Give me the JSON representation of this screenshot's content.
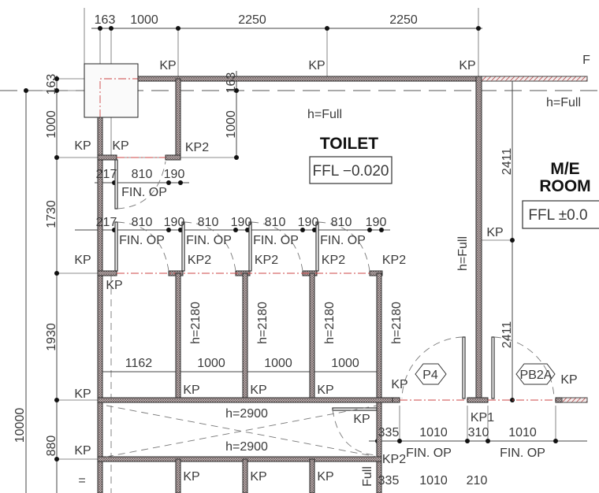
{
  "rooms": {
    "toilet": {
      "name": "TOILET",
      "height": "h=Full",
      "ffl": "FFL −0.020"
    },
    "me_room": {
      "name_line1": "M/E",
      "name_line2": "ROOM",
      "height": "h=Full",
      "ffl": "FFL ±0.0",
      "partial_label": "F"
    }
  },
  "dimensions": {
    "top": [
      "163",
      "1000",
      "2250",
      "2250"
    ],
    "left": [
      "163",
      "1000",
      "1730",
      "1930",
      "880"
    ],
    "overall": "10000",
    "inner_vertical": [
      "163",
      "1000"
    ],
    "me_vertical": [
      "2411",
      "2411"
    ],
    "row1": [
      "217",
      "810",
      "190"
    ],
    "row2": [
      "217",
      "810",
      "190",
      "810",
      "190",
      "810",
      "190",
      "810",
      "190"
    ],
    "cubicle_widths": [
      "1162",
      "1000",
      "1000",
      "1000"
    ],
    "door_row": [
      "335",
      "1010",
      "310",
      "1010"
    ],
    "bottom_row": [
      "335",
      "1010",
      "210"
    ]
  },
  "openings": [
    "FIN. OP",
    "FIN. OP",
    "FIN. OP",
    "FIN. OP",
    "FIN. OP",
    "FIN. OP",
    "FIN. OP"
  ],
  "heights": {
    "partitions": [
      "h=2180",
      "h=2180",
      "h=2180",
      "h=2180"
    ],
    "corridor": [
      "h=2900",
      "h=2900"
    ],
    "wall_full": "h=Full",
    "wall_full_partial": "Full"
  },
  "door_tags": [
    "P4",
    "PB2A"
  ],
  "kp_tags": [
    "KP",
    "KP",
    "KP",
    "KP",
    "KP",
    "KP2",
    "KP",
    "KP",
    "KP2",
    "KP2",
    "KP2",
    "KP2",
    "KP",
    "KP",
    "KP",
    "KP",
    "KP",
    "KP",
    "KP",
    "KP1",
    "KP",
    "KP",
    "KP2",
    "KP",
    "KP",
    "KP"
  ],
  "misc": {
    "partial_mark": "="
  },
  "colors": {
    "line": "#333333",
    "wall_fill": "#a89e9e",
    "centerline": "#cc4444"
  }
}
